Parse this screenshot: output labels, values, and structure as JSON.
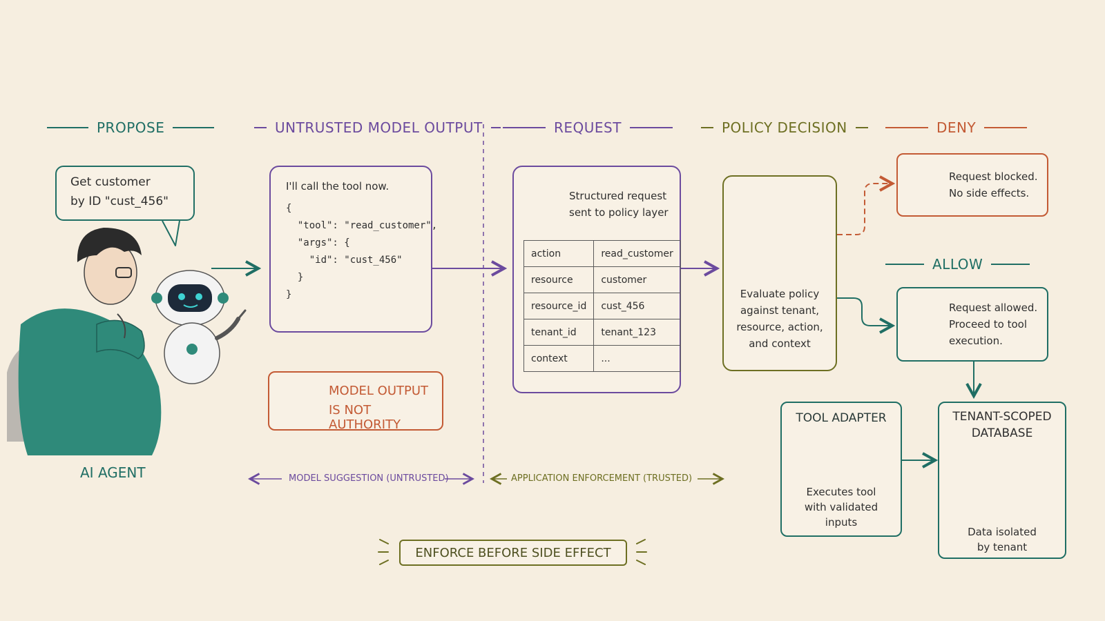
{
  "headers": {
    "propose": "PROPOSE",
    "untrusted": "UNTRUSTED MODEL OUTPUT",
    "request": "REQUEST",
    "policy": "POLICY DECISION",
    "deny": "DENY",
    "allow": "ALLOW"
  },
  "agent": {
    "bubble_line1": "Get customer",
    "bubble_line2": "by ID \"cust_456\"",
    "label": "AI AGENT"
  },
  "model_output": {
    "line1": "I'll call the tool now.",
    "code": [
      "{",
      "  \"tool\": \"read_customer\",",
      "  \"args\": {",
      "    \"id\": \"cust_456\"",
      "  }",
      "}"
    ]
  },
  "warning": {
    "line1": "MODEL OUTPUT",
    "line2": "IS NOT AUTHORITY"
  },
  "request": {
    "title_line1": "Structured request",
    "title_line2": "sent to policy layer",
    "rows": [
      {
        "key": "action",
        "value": "read_customer"
      },
      {
        "key": "resource",
        "value": "customer"
      },
      {
        "key": "resource_id",
        "value": "cust_456"
      },
      {
        "key": "tenant_id",
        "value": "tenant_123"
      },
      {
        "key": "context",
        "value": "..."
      }
    ]
  },
  "policy": {
    "lines": [
      "Evaluate policy",
      "against tenant,",
      "resource, action,",
      "and context"
    ]
  },
  "deny": {
    "line1": "Request blocked.",
    "line2": "No side effects."
  },
  "allow": {
    "lines": [
      "Request allowed.",
      "Proceed to tool",
      "execution."
    ]
  },
  "tool_adapter": {
    "title": "TOOL ADAPTER",
    "lines": [
      "Executes tool",
      "with validated",
      "inputs"
    ]
  },
  "database": {
    "title_line1": "TENANT-SCOPED",
    "title_line2": "DATABASE",
    "lines": [
      "Data isolated",
      "by tenant"
    ]
  },
  "zones": {
    "untrusted": "MODEL SUGGESTION (UNTRUSTED)",
    "trusted": "APPLICATION ENFORCEMENT (TRUSTED)"
  },
  "footer": "ENFORCE BEFORE SIDE EFFECT",
  "colors": {
    "teal": "#1f6e64",
    "purple": "#6b4a9e",
    "olive": "#6d6f22",
    "red": "#c35a34",
    "background": "#f6eee0"
  }
}
